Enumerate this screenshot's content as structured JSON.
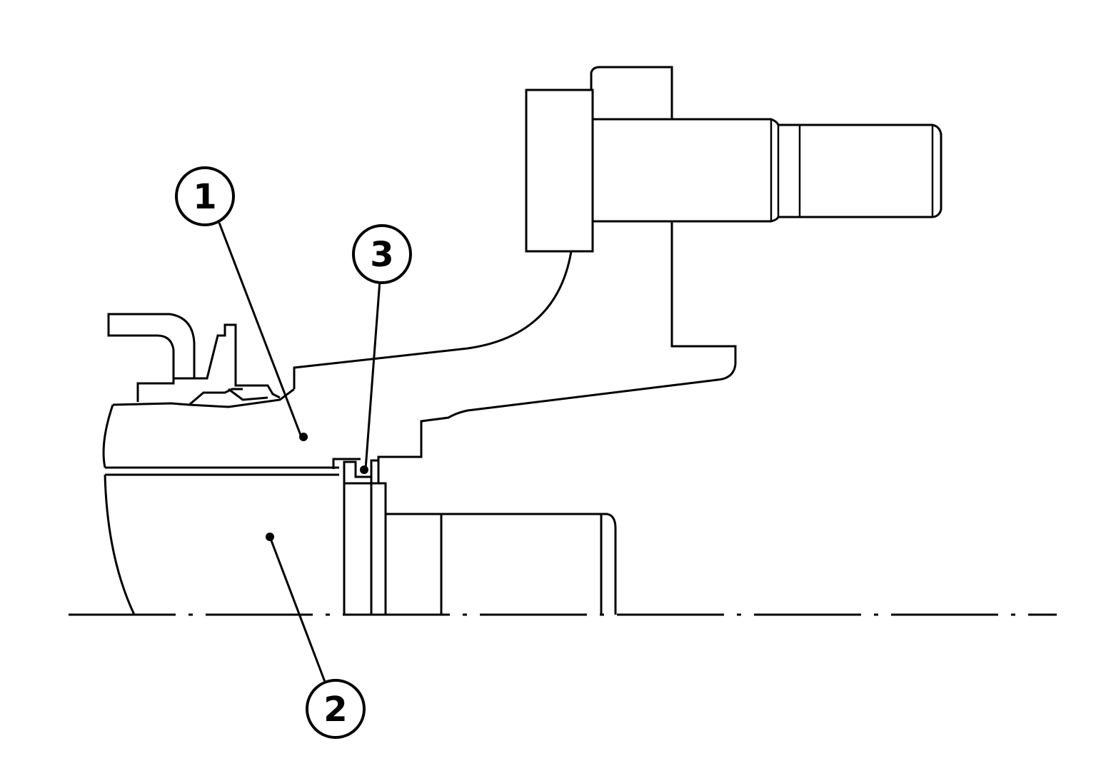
{
  "diagram": {
    "callouts": [
      {
        "id": "1",
        "label": "1"
      },
      {
        "id": "2",
        "label": "2"
      },
      {
        "id": "3",
        "label": "3"
      }
    ]
  },
  "colors": {
    "line": "#000000",
    "background": "#ffffff"
  }
}
